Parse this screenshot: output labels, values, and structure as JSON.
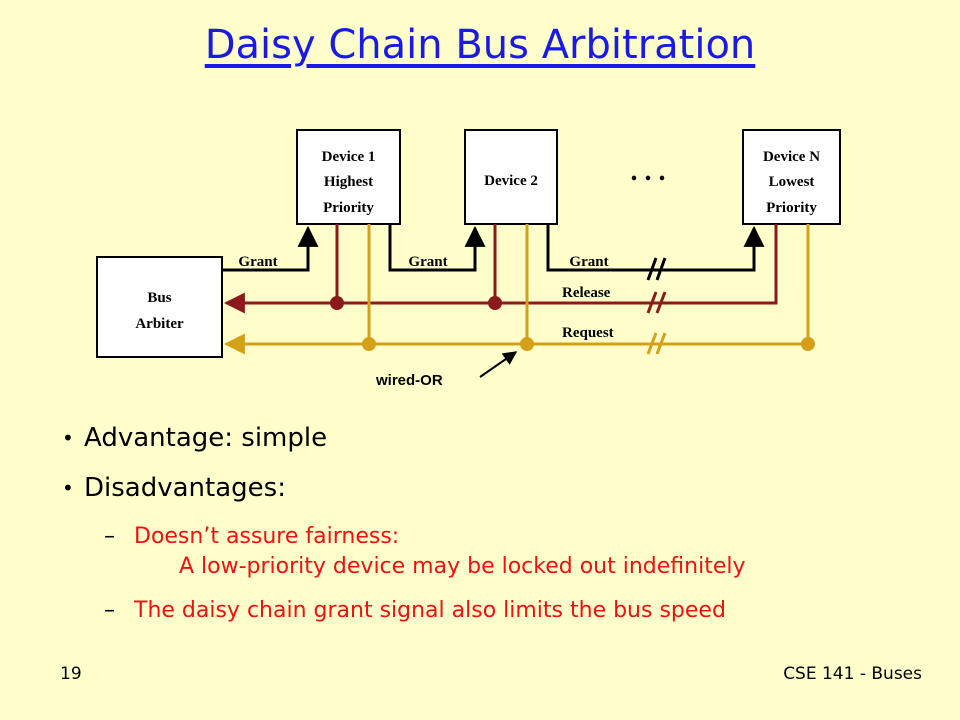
{
  "title": "Daisy Chain Bus Arbitration",
  "diagram": {
    "arbiter": {
      "line1": "Bus",
      "line2": "Arbiter"
    },
    "devices": [
      {
        "line1": "Device 1",
        "line2": "Highest",
        "line3": "Priority"
      },
      {
        "line1": "Device 2"
      },
      {
        "line1": "Device N",
        "line2": "Lowest",
        "line3": "Priority"
      }
    ],
    "ellipsis": ". . .",
    "grant_label": "Grant",
    "release_label": "Release",
    "request_label": "Request",
    "wired_or_label": "wired-OR",
    "colors": {
      "release": "#8b1a1a",
      "request": "#d4a017",
      "grant": "#000000"
    }
  },
  "bullets": [
    {
      "text": "Advantage: simple"
    },
    {
      "text": "Disadvantages:"
    }
  ],
  "sub_bullets": [
    {
      "line1": "Doesn’t  assure fairness:",
      "line2": "A low-priority device may be locked out indefinitely"
    },
    {
      "line1": "The daisy chain grant signal also limits the bus speed"
    }
  ],
  "footer": {
    "page_number": "19",
    "course": "CSE 141 - Buses"
  }
}
